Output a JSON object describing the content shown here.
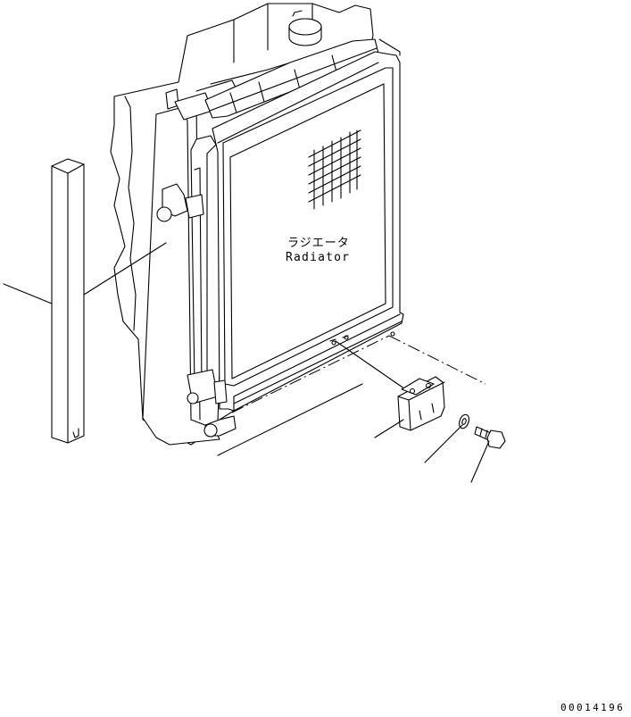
{
  "labels": {
    "radiator_jp": "ラジエータ",
    "radiator_en": "Radiator",
    "drawing_number": "00014196"
  },
  "colors": {
    "ink": "#000000",
    "paper": "#ffffff"
  }
}
